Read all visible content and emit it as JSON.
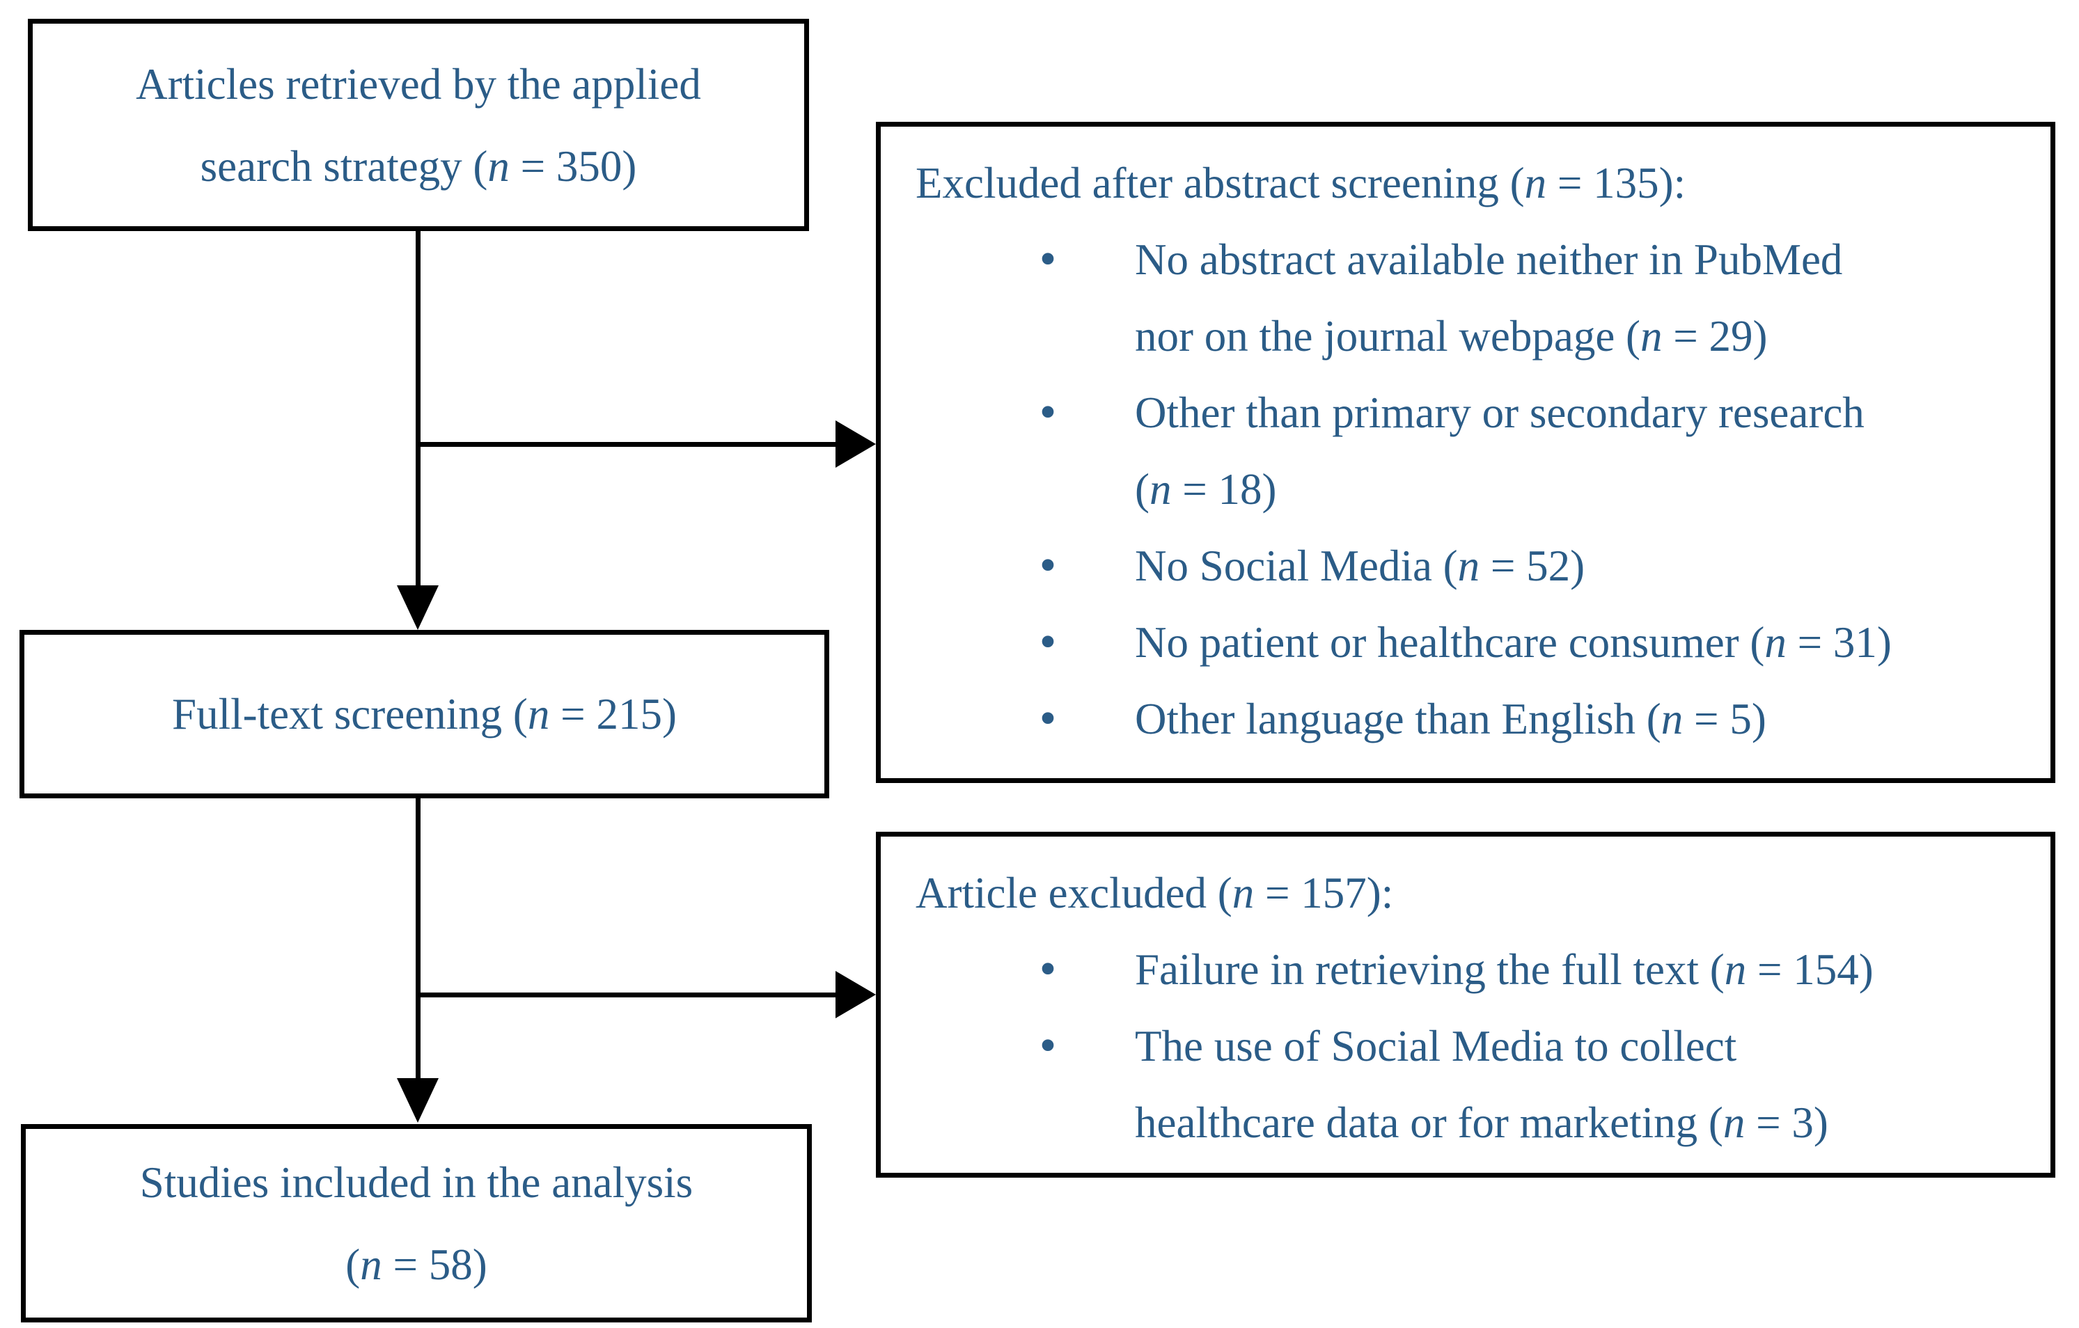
{
  "figure": {
    "background": "#FFFFFF",
    "text_color": "#2B5C87",
    "line_color": "#000000",
    "bullet_icon": "•"
  },
  "boxes": {
    "retrieved": {
      "lines": [
        "Articles retrieved by the applied",
        {
          "pre": "search strategy (",
          "n": "n",
          "post": " = 350)"
        }
      ]
    },
    "excluded_abstract": {
      "title": {
        "pre": "Excluded after abstract screening (",
        "n": "n",
        "post": " = 135):"
      },
      "bullets": [
        {
          "lines": [
            "No abstract available neither in PubMed",
            {
              "pre": "nor on the journal webpage (",
              "n": "n",
              "post": " = 29)"
            }
          ]
        },
        {
          "lines": [
            "Other than primary or secondary research",
            {
              "pre": "(",
              "n": "n",
              "post": " = 18)"
            }
          ]
        },
        {
          "lines": [
            {
              "pre": "No Social Media (",
              "n": "n",
              "post": " = 52)"
            }
          ]
        },
        {
          "lines": [
            {
              "pre": "No patient or healthcare consumer (",
              "n": "n",
              "post": " = 31)"
            }
          ]
        },
        {
          "lines": [
            {
              "pre": "Other language than English (",
              "n": "n",
              "post": " = 5)"
            }
          ]
        }
      ]
    },
    "fulltext": {
      "lines": [
        {
          "pre": "Full-text screening (",
          "n": "n",
          "post": " = 215)"
        }
      ]
    },
    "excluded_fulltext": {
      "title": {
        "pre": "Article excluded (",
        "n": "n",
        "post": " = 157):"
      },
      "bullets": [
        {
          "lines": [
            {
              "pre": "Failure in retrieving the full text (",
              "n": "n",
              "post": " = 154)"
            }
          ]
        },
        {
          "lines": [
            "The use of Social Media to collect",
            {
              "pre": "healthcare data or for marketing (",
              "n": "n",
              "post": " = 3)"
            }
          ]
        }
      ]
    },
    "included": {
      "lines": [
        "Studies included in the analysis",
        {
          "pre": "(",
          "n": "n",
          "post": " = 58)"
        }
      ]
    }
  }
}
